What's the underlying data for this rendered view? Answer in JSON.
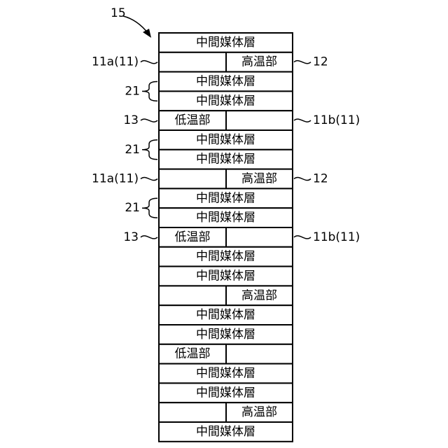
{
  "figure_label": "15",
  "middle_layer_text": "中間媒体層",
  "high_temp_text": "高温部",
  "low_temp_text": "低温部",
  "layers": [
    "m",
    "h",
    "m",
    "m",
    "l",
    "m",
    "m",
    "h",
    "m",
    "m",
    "l",
    "m",
    "m",
    "h",
    "m",
    "m",
    "l",
    "m",
    "m",
    "h",
    "m"
  ],
  "callouts": [
    {
      "row": 1,
      "side": "left",
      "label": "11a(11)",
      "style": "tilde"
    },
    {
      "row": 1,
      "side": "right",
      "label": "12",
      "style": "tilde"
    },
    {
      "row": 2,
      "side": "left",
      "label": "21",
      "style": "brace",
      "span": 2
    },
    {
      "row": 4,
      "side": "left",
      "label": "13",
      "style": "tilde"
    },
    {
      "row": 4,
      "side": "right",
      "label": "11b(11)",
      "style": "tilde"
    },
    {
      "row": 5,
      "side": "left",
      "label": "21",
      "style": "brace",
      "span": 2
    },
    {
      "row": 7,
      "side": "left",
      "label": "11a(11)",
      "style": "tilde"
    },
    {
      "row": 7,
      "side": "right",
      "label": "12",
      "style": "tilde"
    },
    {
      "row": 8,
      "side": "left",
      "label": "21",
      "style": "brace",
      "span": 2
    },
    {
      "row": 10,
      "side": "left",
      "label": "13",
      "style": "tilde"
    },
    {
      "row": 10,
      "side": "right",
      "label": "11b(11)",
      "style": "tilde"
    }
  ]
}
